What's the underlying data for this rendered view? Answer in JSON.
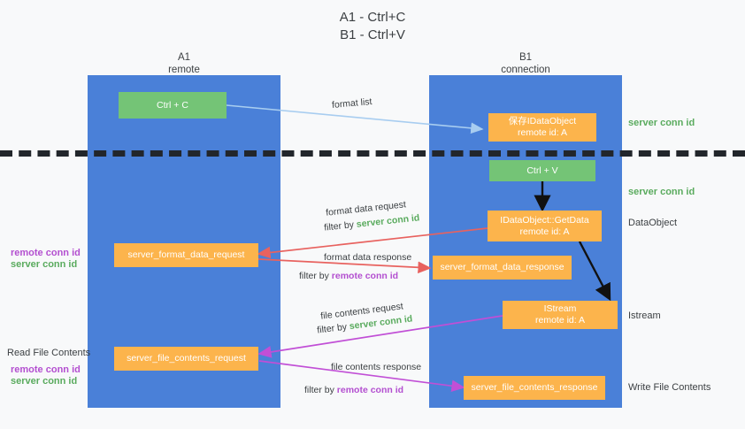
{
  "title": {
    "line1": "A1 - Ctrl+C",
    "line2": "B1 - Ctrl+V"
  },
  "columns": [
    {
      "id": "a1",
      "name": "A1",
      "subtitle": "remote"
    },
    {
      "id": "b1",
      "name": "B1",
      "subtitle": "connection"
    }
  ],
  "nodes": {
    "ctrl_c": {
      "label": "Ctrl + C"
    },
    "ctrl_v": {
      "label": "Ctrl + V"
    },
    "store_dataobject": {
      "line1": "保存IDataObject",
      "line2": "remote id: A"
    },
    "getdata": {
      "line1": "IDataObject::GetData",
      "line2": "remote id: A"
    },
    "istream": {
      "line1": "IStream",
      "line2": "remote id: A"
    },
    "server_format_data_request": {
      "label": "server_format_data_request"
    },
    "server_format_data_response": {
      "label": "server_format_data_response"
    },
    "server_file_contents_request": {
      "label": "server_file_contents_request"
    },
    "server_file_contents_response": {
      "label": "server_file_contents_response"
    }
  },
  "right_labels": [
    {
      "id": "server-conn-id-1",
      "text": "server conn id",
      "color": "green"
    },
    {
      "id": "server-conn-id-2",
      "text": "server conn id",
      "color": "green"
    },
    {
      "id": "dataobject",
      "text": "DataObject",
      "color": "dark"
    },
    {
      "id": "istream",
      "text": "Istream",
      "color": "dark"
    },
    {
      "id": "write-file-contents",
      "text": "Write File Contents",
      "color": "dark"
    }
  ],
  "left_labels": {
    "group1": {
      "remote": "remote conn id",
      "server": "server conn id"
    },
    "group2": {
      "heading": "Read File Contents",
      "remote": "remote conn id",
      "server": "server conn id"
    }
  },
  "edges": {
    "format_list": {
      "label": "format list"
    },
    "format_data_request": {
      "label": "format data request",
      "filter_prefix": "filter by ",
      "filter_value": "server conn id"
    },
    "format_data_response": {
      "label": "format data response",
      "filter_prefix": "filter by ",
      "filter_value": "remote conn id"
    },
    "file_contents_request": {
      "label": "file contents request",
      "filter_prefix": "filter by ",
      "filter_value": "server conn id"
    },
    "file_contents_response": {
      "label": "file contents response",
      "filter_prefix": "filter by ",
      "filter_value": "remote conn id"
    }
  },
  "colors": {
    "column_blue": "#4a80d8",
    "node_orange": "#fcb44c",
    "node_green": "#74c476",
    "arrow_lightblue": "#a8cdf0",
    "arrow_red": "#e8625f",
    "arrow_purple": "#c14fd6",
    "arrow_black": "#111111",
    "green_text": "#5aab5e",
    "purple_text": "#b34fd0",
    "background": "#f8f9fa"
  }
}
